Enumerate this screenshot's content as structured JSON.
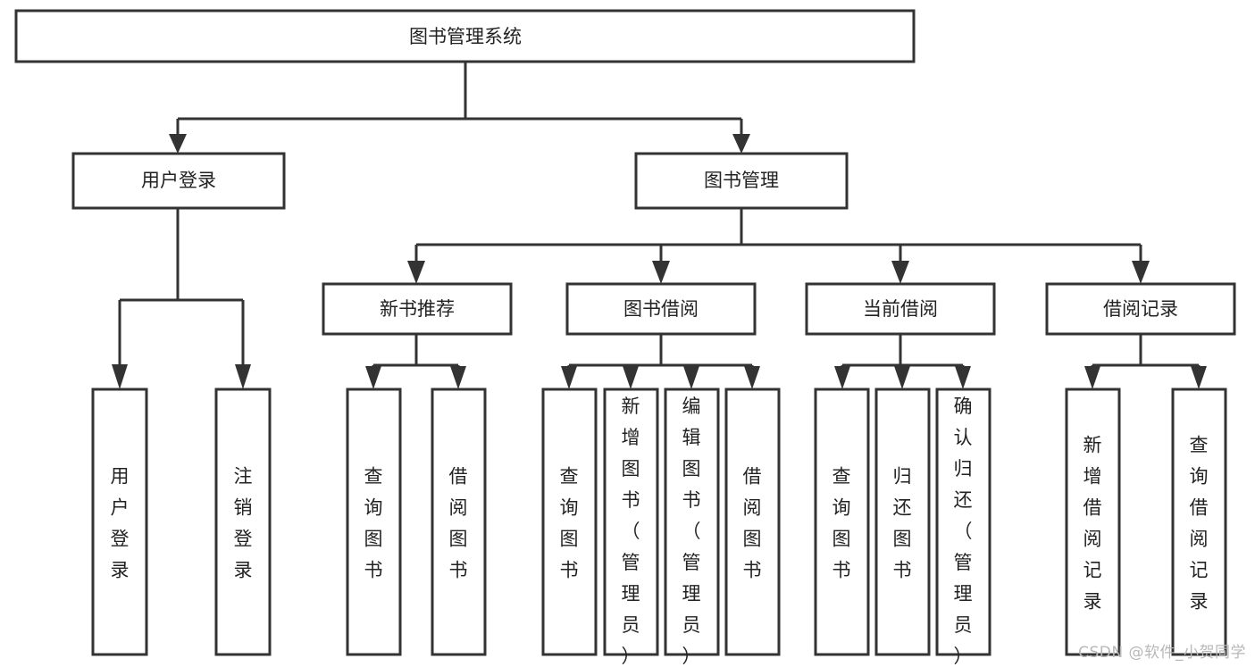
{
  "diagram": {
    "type": "tree-hierarchy",
    "title": "图书管理系统",
    "watermark": "CSDN @软件_小贺同学",
    "colors": {
      "stroke": "#333333",
      "fill": "#ffffff",
      "text": "#222222",
      "watermark": "#b8b8b8"
    },
    "levels": [
      {
        "level": 1,
        "nodes": [
          {
            "id": "root",
            "label": "图书管理系统",
            "orientation": "horizontal"
          }
        ]
      },
      {
        "level": 2,
        "nodes": [
          {
            "id": "login",
            "label": "用户登录",
            "orientation": "horizontal",
            "parent": "root"
          },
          {
            "id": "bookmgmt",
            "label": "图书管理",
            "orientation": "horizontal",
            "parent": "root"
          }
        ]
      },
      {
        "level": 3,
        "nodes": [
          {
            "id": "newbook",
            "label": "新书推荐",
            "orientation": "horizontal",
            "parent": "bookmgmt"
          },
          {
            "id": "borrow",
            "label": "图书借阅",
            "orientation": "horizontal",
            "parent": "bookmgmt"
          },
          {
            "id": "current",
            "label": "当前借阅",
            "orientation": "horizontal",
            "parent": "bookmgmt"
          },
          {
            "id": "records",
            "label": "借阅记录",
            "orientation": "horizontal",
            "parent": "bookmgmt"
          }
        ]
      },
      {
        "level": 4,
        "nodes": [
          {
            "id": "leaf-user-login",
            "label": "用户登录",
            "orientation": "vertical",
            "parent": "login"
          },
          {
            "id": "leaf-user-logout",
            "label": "注销登录",
            "orientation": "vertical",
            "parent": "login"
          },
          {
            "id": "leaf-newbook-query",
            "label": "查询图书",
            "orientation": "vertical",
            "parent": "newbook"
          },
          {
            "id": "leaf-newbook-borrow",
            "label": "借阅图书",
            "orientation": "vertical",
            "parent": "newbook"
          },
          {
            "id": "leaf-borrow-query",
            "label": "查询图书",
            "orientation": "vertical",
            "parent": "borrow"
          },
          {
            "id": "leaf-borrow-add",
            "label": "新增图书（管理员）",
            "orientation": "vertical",
            "parent": "borrow"
          },
          {
            "id": "leaf-borrow-edit",
            "label": "编辑图书（管理员）",
            "orientation": "vertical",
            "parent": "borrow"
          },
          {
            "id": "leaf-borrow-loan",
            "label": "借阅图书",
            "orientation": "vertical",
            "parent": "borrow"
          },
          {
            "id": "leaf-current-query",
            "label": "查询图书",
            "orientation": "vertical",
            "parent": "current"
          },
          {
            "id": "leaf-current-return",
            "label": "归还图书",
            "orientation": "vertical",
            "parent": "current"
          },
          {
            "id": "leaf-current-confirm",
            "label": "确认归还（管理员）",
            "orientation": "vertical",
            "parent": "current"
          },
          {
            "id": "leaf-records-add",
            "label": "新增借阅记录",
            "orientation": "vertical",
            "parent": "records"
          },
          {
            "id": "leaf-records-query",
            "label": "查询借阅记录",
            "orientation": "vertical",
            "parent": "records"
          }
        ]
      }
    ]
  }
}
